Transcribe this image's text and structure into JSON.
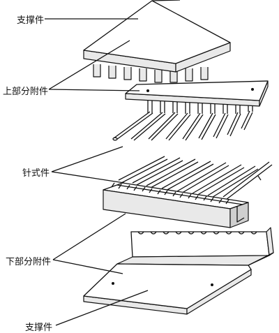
{
  "labels": {
    "top_support": "支撑件",
    "upper_attachment": "上部分附件",
    "pin_type": "针式件",
    "lower_attachment": "下部分附件",
    "bottom_support": "支撑件"
  }
}
